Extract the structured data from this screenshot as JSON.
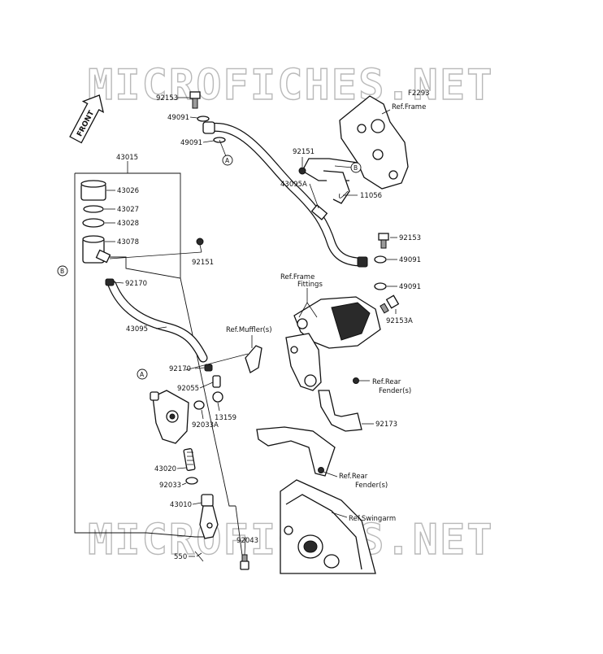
{
  "figure_id": "F2293",
  "watermark": "MICROFICHES.NET",
  "front_label": "FRONT",
  "refs": {
    "frame": "Ref.Frame",
    "frame_fittings_1": "Ref.Frame",
    "frame_fittings_2": "Fittings",
    "muffler": "Ref.Muffler(s)",
    "rear_fender_1a": "Ref.Rear",
    "rear_fender_1b": "Fender(s)",
    "rear_fender_2a": "Ref.Rear",
    "rear_fender_2b": "Fender(s)",
    "swingarm": "Ref.Swingarm"
  },
  "callouts": {
    "A": "A",
    "B": "B"
  },
  "parts": {
    "p43015": "43015",
    "p43026": "43026",
    "p43027": "43027",
    "p43028": "43028",
    "p43078": "43078",
    "p92151_left": "92151",
    "p92170_top": "92170",
    "p43095": "43095",
    "p92170_mid": "92170",
    "p92055": "92055",
    "p13159": "13159",
    "p92033A": "92033A",
    "p43020": "43020",
    "p92033": "92033",
    "p43010": "43010",
    "p550": "550",
    "p92043": "92043",
    "p92153_top": "92153",
    "p49091_a": "49091",
    "p49091_b": "49091",
    "p92151_right": "92151",
    "p11056": "11056",
    "p43095A": "43095A",
    "p92153_right": "92153",
    "p49091_c": "49091",
    "p49091_d": "49091",
    "p92153A": "92153A",
    "p92173": "92173"
  }
}
